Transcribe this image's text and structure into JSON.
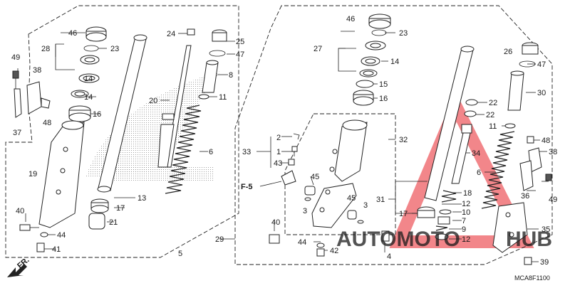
{
  "diagram": {
    "code": "MCA8F1100",
    "fr_label": "FR.",
    "ref_label": "F-5",
    "watermark_primary": "AUTOMOTO",
    "watermark_secondary": "HUB",
    "watermark_color": "#f39c3a",
    "logo_color": "#e8232a",
    "labels": [
      "46",
      "28",
      "23",
      "14",
      "14",
      "16",
      "19",
      "40",
      "44",
      "41",
      "49",
      "38",
      "37",
      "48",
      "24",
      "25",
      "47",
      "8",
      "11",
      "20",
      "6",
      "13",
      "17",
      "21",
      "5",
      "2",
      "33",
      "1",
      "43",
      "F-5",
      "45",
      "3",
      "45",
      "3",
      "40",
      "44",
      "42",
      "29",
      "32",
      "4",
      "46",
      "23",
      "27",
      "14",
      "15",
      "16",
      "31",
      "17",
      "10",
      "12",
      "18",
      "7",
      "9",
      "12",
      "22",
      "22",
      "34",
      "26",
      "47",
      "30",
      "11",
      "6",
      "48",
      "38",
      "36",
      "49",
      "35",
      "39"
    ]
  }
}
